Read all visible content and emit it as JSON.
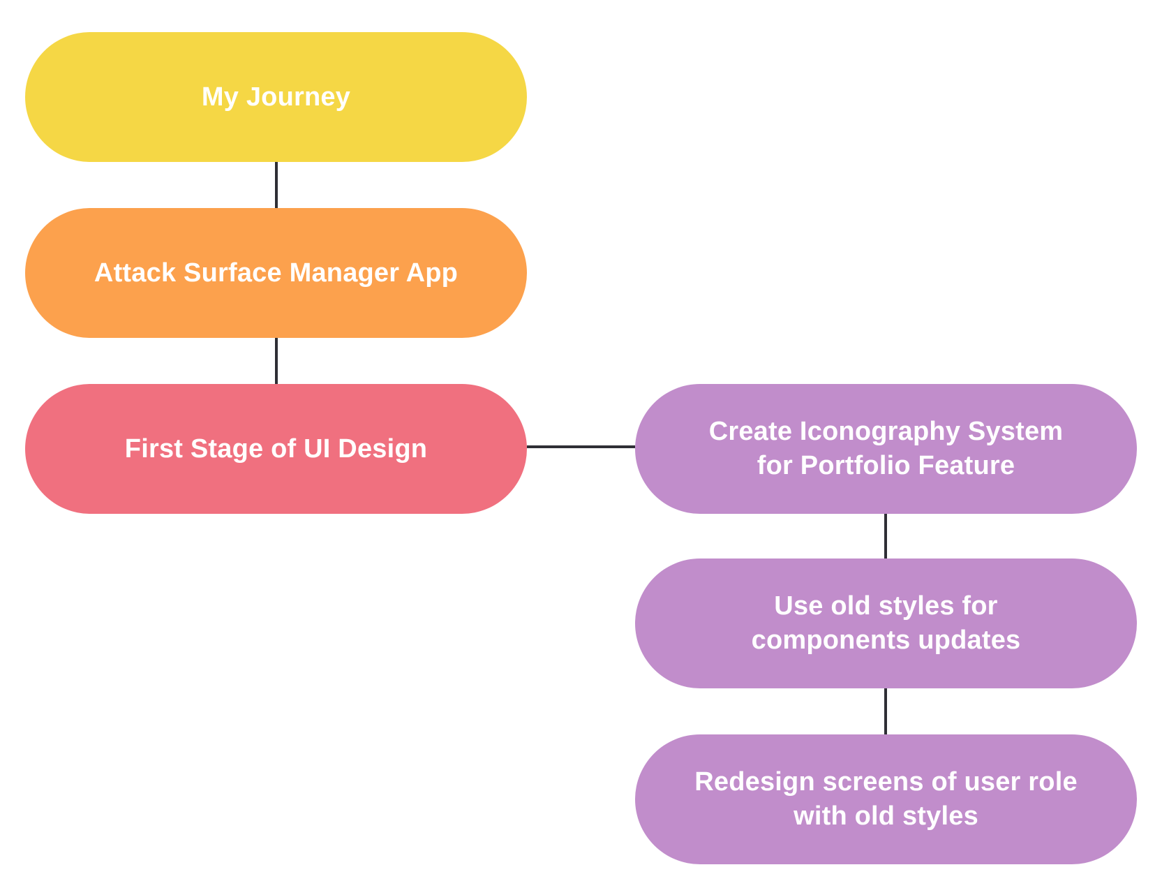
{
  "colors": {
    "root": "#F5D745",
    "app": "#FCA14D",
    "stage": "#F0707F",
    "task": "#C18DCB",
    "connector": "#2F2F35",
    "label": "#FFFFFF"
  },
  "nodes": {
    "root": {
      "label": "My Journey"
    },
    "app": {
      "label": "Attack Surface Manager App"
    },
    "stage": {
      "label": "First Stage of UI Design"
    },
    "tasks": [
      {
        "label": "Create Iconography System\nfor Portfolio Feature"
      },
      {
        "label": "Use old styles for\ncomponents updates"
      },
      {
        "label": "Redesign screens of user role\nwith old styles"
      }
    ]
  }
}
